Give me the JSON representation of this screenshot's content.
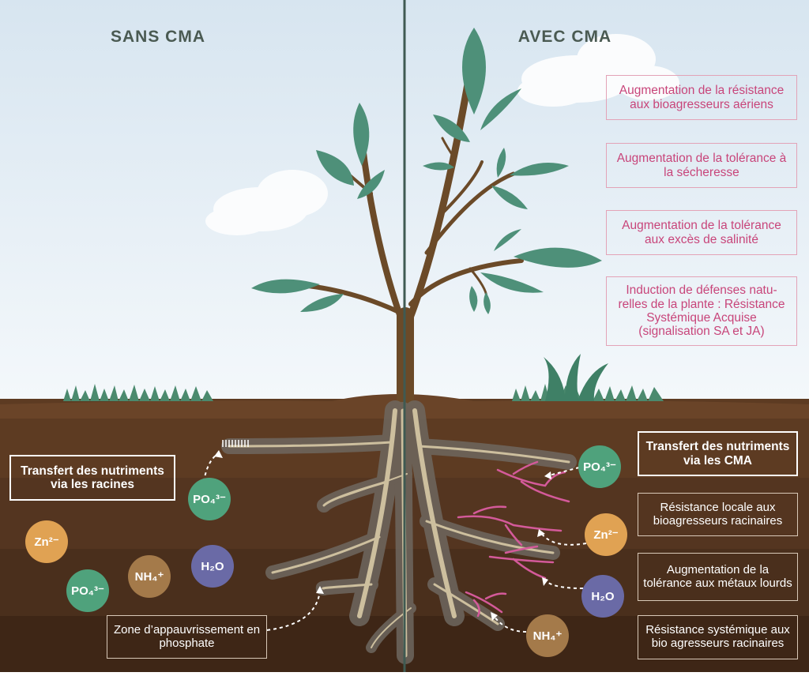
{
  "headings": {
    "left": "SANS CMA",
    "right": "AVEC CMA"
  },
  "above_ground_benefits": [
    "Augmentation de la résistance aux bioagresseurs aériens",
    "Augmentation de la tolérance à la sécheresse",
    "Augmentation de la tolérance aux excès de salinité",
    "Induction de défenses natu-relles de la plante : Résistance Systémique Acquise (signalisation SA et JA)"
  ],
  "left_soil": {
    "transfer_label": "Transfert des nutriments via les racines",
    "depletion_label": "Zone d’appauvrissement en phosphate",
    "nutrients": {
      "po4_top": "PO₄³⁻",
      "zn": "Zn²⁻",
      "nh4": "NH₄⁺",
      "h2o": "H₂O",
      "po4_bottom": "PO₄³⁻"
    }
  },
  "right_soil": {
    "transfer_label": "Transfert des nutriments via les CMA",
    "benefits": [
      "Résistance locale aux bioagresseurs racinaires",
      "Augmentation de la tolérance aux métaux lourds",
      "Résistance systémique aux bio agresseurs racinaires"
    ],
    "nutrients": {
      "po4": "PO₄³⁻",
      "zn": "Zn²⁻",
      "h2o": "H₂O",
      "nh4": "NH₄⁺"
    }
  },
  "colors": {
    "sky_top": "#dbe8f2",
    "soil_top": "#5c3a22",
    "soil_deep": "#3e2616",
    "leaf": "#4e9079",
    "stem": "#6b4a28",
    "mycorrhiza": "#d45a9a",
    "divider": "#3f5a52"
  }
}
